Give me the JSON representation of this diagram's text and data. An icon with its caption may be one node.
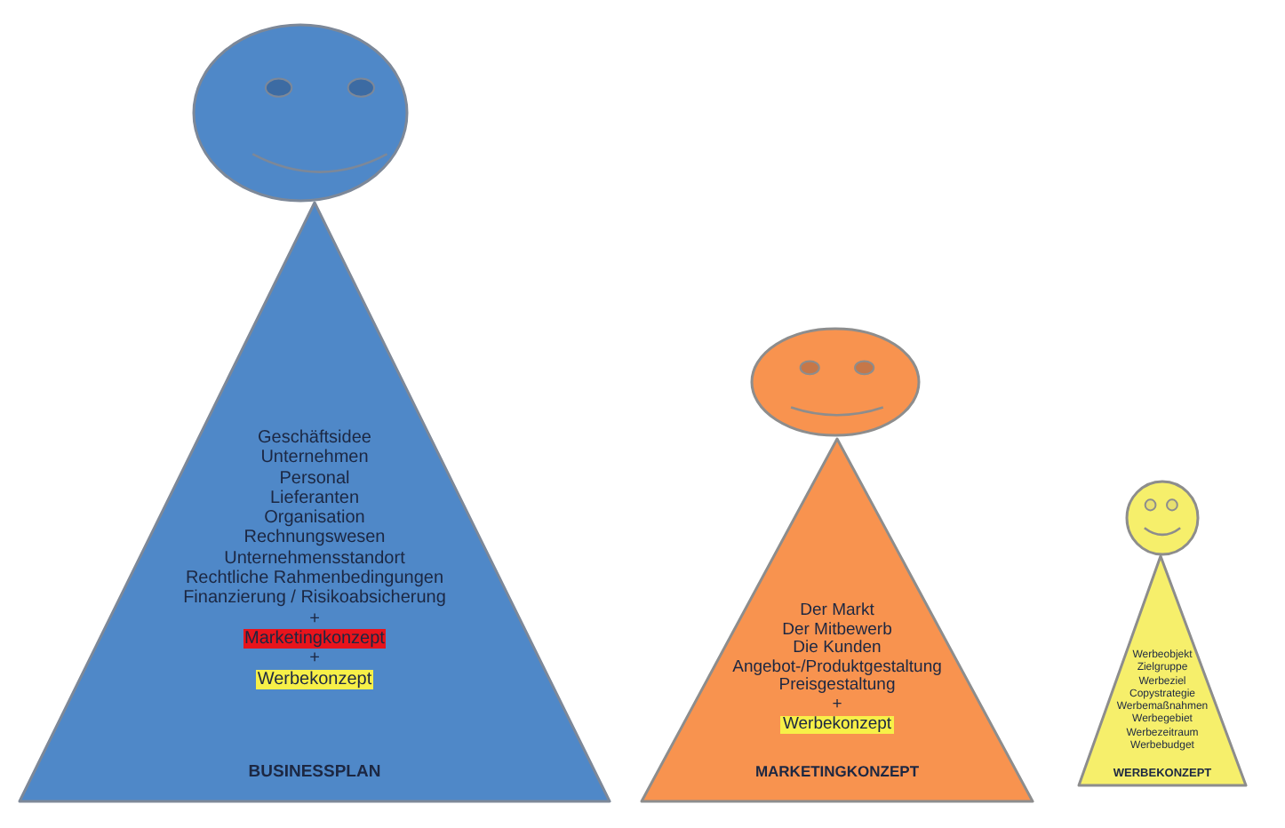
{
  "diagram": {
    "nodes": [
      {
        "text": [],
        "shape": "circle"
      },
      {
        "text": [
          "Geschäftsidee",
          "Unternehmen",
          "Personal",
          "Lieferanten",
          "Organisation",
          "Rechnungswesen",
          "Unternehmensstandort",
          "Rechtliche Rahmenbedingungen",
          "Finanzierung / Risikoabsicherung",
          "+",
          "Marketingkonzept",
          "+",
          "Werbekonzept",
          "BUSINESSPLAN"
        ]
      },
      {
        "text": [],
        "shape": "circle"
      },
      {
        "text": [
          "Der Markt",
          "Der Mitbewerb",
          "Die Kunden",
          "Angebot-/Produktgestaltung",
          "Preisgestaltung",
          "+",
          "Werbekonzept",
          "MARKETINGKONZEPT"
        ]
      },
      {
        "text": [],
        "shape": "circle"
      },
      {
        "text": [
          "Werbeobjekt",
          "Zielgruppe",
          "Werbeziel",
          "Copystrategie",
          "Werbemaßnahmen",
          "Werbegebiet",
          "Werbezeitraum",
          "Werbebudget",
          "WERBEKONZEPT"
        ]
      }
    ]
  }
}
